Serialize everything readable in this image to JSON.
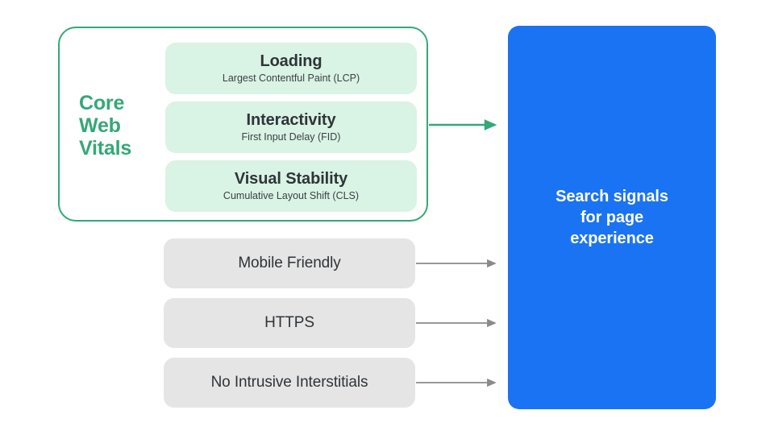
{
  "diagram": {
    "title": "Search signals for page experience",
    "background": "#ffffff",
    "colors": {
      "green_accent": "#34a877",
      "green_fill": "#d9f3e5",
      "gray_fill": "#e5e5e5",
      "blue_fill": "#1a73f2",
      "arrow_gray": "#8a8a8a",
      "text_dark": "#2f3438",
      "text_white": "#ffffff"
    }
  },
  "core_web_vitals": {
    "group_label": "Core\nWeb\nVitals",
    "group_label_lines": [
      "Core",
      "Web",
      "Vitals"
    ],
    "metrics": [
      {
        "title": "Loading",
        "subtitle": "Largest Contentful Paint (LCP)",
        "abbr": "LCP"
      },
      {
        "title": "Interactivity",
        "subtitle": "First Input Delay (FID)",
        "abbr": "FID"
      },
      {
        "title": "Visual Stability",
        "subtitle": "Cumulative Layout Shift (CLS)",
        "abbr": "CLS"
      }
    ]
  },
  "other_signals": [
    {
      "label": "Mobile Friendly"
    },
    {
      "label": "HTTPS"
    },
    {
      "label": "No Intrusive Interstitials"
    }
  ],
  "destination": {
    "label": "Search signals\nfor page\nexperience",
    "label_lines": [
      "Search signals",
      "for page",
      "experience"
    ]
  },
  "connectors": [
    {
      "from": "core-web-vitals-group",
      "to": "search-signals-box",
      "color": "#34a877"
    },
    {
      "from": "signal-mobile-friendly",
      "to": "search-signals-box",
      "color": "#8a8a8a"
    },
    {
      "from": "signal-https",
      "to": "search-signals-box",
      "color": "#8a8a8a"
    },
    {
      "from": "signal-no-intrusive-interstitials",
      "to": "search-signals-box",
      "color": "#8a8a8a"
    }
  ]
}
